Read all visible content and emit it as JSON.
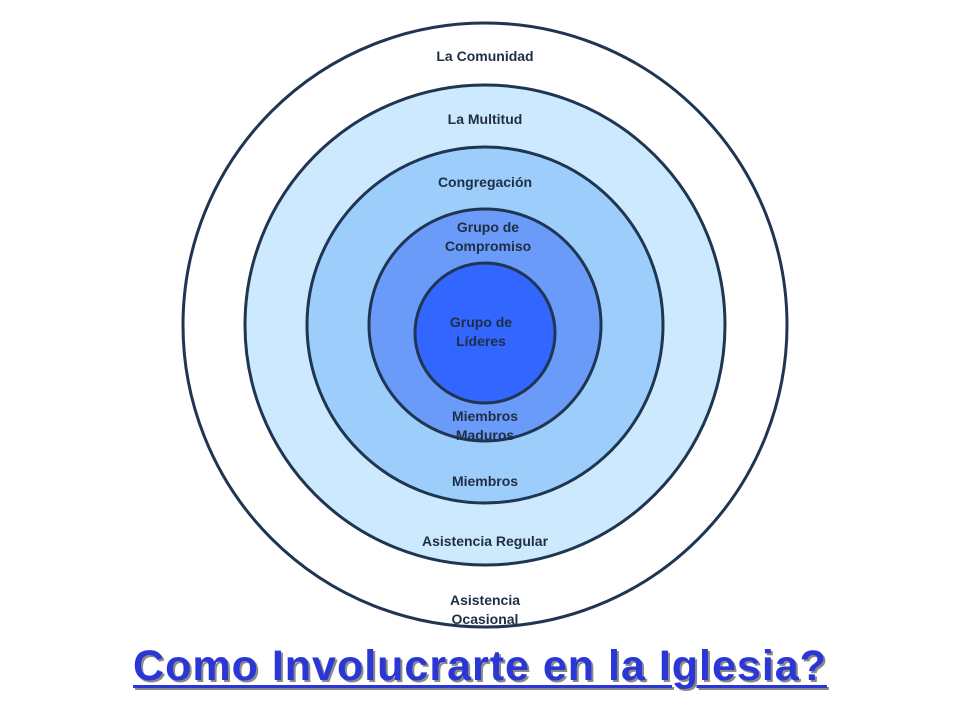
{
  "diagram": {
    "rings": [
      {
        "top_label": "La Comunidad",
        "bottom_label": "Asistencia Ocasional",
        "fill": "#ffffff",
        "stroke": "#1f3552"
      },
      {
        "top_label": "La Multitud",
        "bottom_label": "Asistencia Regular",
        "fill": "#cde9fd",
        "stroke": "#1f3552"
      },
      {
        "top_label": "Congregación",
        "bottom_label": "Miembros",
        "fill": "#9ccdfb",
        "stroke": "#1f3552"
      },
      {
        "top_label": "Grupo de Compromiso",
        "bottom_label": "Miembros Maduros",
        "fill": "#6a9bf8",
        "stroke": "#1f3552"
      },
      {
        "top_label": "Grupo de Líderes",
        "bottom_label": "",
        "fill": "#3366ff",
        "stroke": "#1f3552"
      }
    ]
  },
  "title": "Como Involucrarte en la Iglesia?",
  "title_color": "#2a36d6"
}
